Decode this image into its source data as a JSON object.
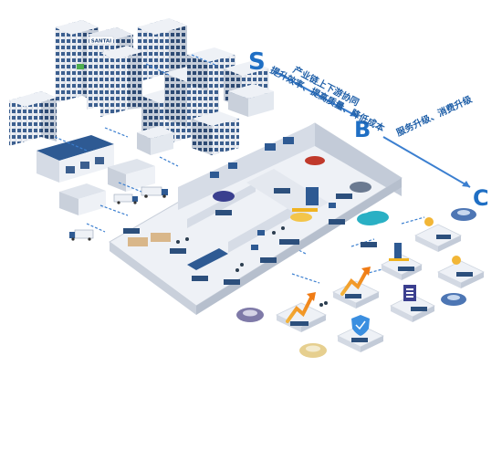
{
  "stages": [
    {
      "letter": "S",
      "color": "#1f6fc4"
    },
    {
      "letter": "B",
      "color": "#1f6fc4"
    },
    {
      "letter": "C",
      "color": "#1f6fc4"
    }
  ],
  "slogans": {
    "s_to_b_line1": "产业链上下游协同",
    "s_to_b_line2": "提升效率、提高质量、降低成本",
    "b_to_c": "服务升级、消费升级"
  },
  "building_sign": "SANTAI",
  "colors": {
    "accent_blue": "#1f6fc4",
    "arrow_blue": "#3b7fd0",
    "floor": "#eef1f6",
    "wall": "#d6dce6",
    "building": "#e9edf3",
    "window": "#3c5f8f",
    "tag": "#2c4f7c",
    "orange": "#f39a1e"
  }
}
